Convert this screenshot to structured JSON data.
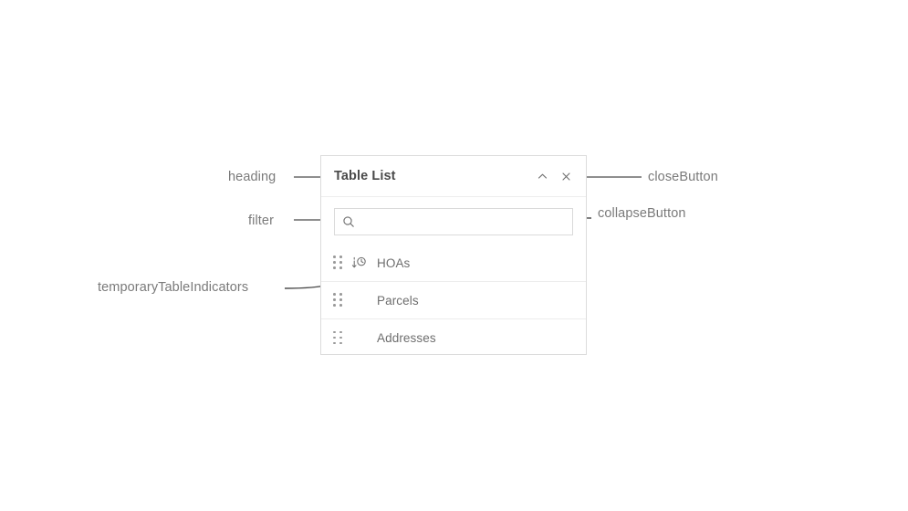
{
  "panel": {
    "heading": "Table List",
    "collapse_button": {
      "icon": "chevron-up-icon",
      "label": ""
    },
    "close_button": {
      "icon": "close-icon",
      "label": ""
    },
    "filter": {
      "icon": "search-icon",
      "value": "",
      "placeholder": ""
    },
    "rows": [
      {
        "label": "HOAs",
        "grip_icon": "drag-handle-icon",
        "temporary": true,
        "temporary_icon": "temporary-table-indicator-icon"
      },
      {
        "label": "Parcels",
        "grip_icon": "drag-handle-icon",
        "temporary": false,
        "temporary_icon": ""
      },
      {
        "label": "Addresses",
        "grip_icon": "drag-handle-icon",
        "temporary": false,
        "temporary_icon": ""
      }
    ]
  },
  "annotations": {
    "heading": "heading",
    "filter": "filter",
    "temporary_table_indicators": "temporaryTableIndicators",
    "close_button": "closeButton",
    "collapse_button": "collapseButton"
  },
  "colors": {
    "panel_border": "#dcdcdc",
    "divider": "#ededed",
    "heading_text": "#4a4a4a",
    "row_text": "#6e6e6e",
    "annotation_text": "#7a7a7a",
    "icon": "#6e6e6e",
    "grip_dot": "#9a9a9a",
    "annotation_line": "#4a4a4a",
    "background": "#ffffff"
  }
}
